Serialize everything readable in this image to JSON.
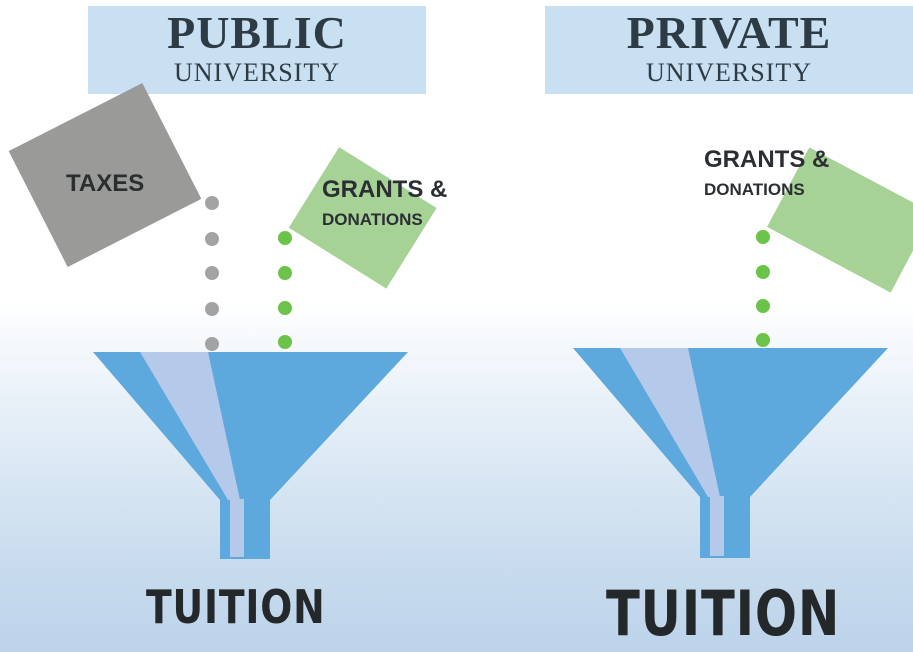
{
  "public": {
    "title": "PUBLIC",
    "subtitle": "UNIVERSITY",
    "taxes_label": "TAXES",
    "grants_line1": "GRANTS &",
    "grants_line2": "DONATIONS",
    "output_label": "TUITION"
  },
  "private": {
    "title": "PRIVATE",
    "subtitle": "UNIVERSITY",
    "grants_line1": "GRANTS &",
    "grants_line2": "DONATIONS",
    "output_label": "TUITION"
  },
  "colors": {
    "header_bg": "#c9e0f3",
    "taxes_box": "#9a9a98",
    "grants_box": "#a6d296",
    "taxes_dots": "#a3a3a3",
    "grants_dots": "#6cc34a",
    "funnel": "#5da8dc",
    "funnel_highlight": "#b5c9ea",
    "text": "#2b2f33"
  }
}
